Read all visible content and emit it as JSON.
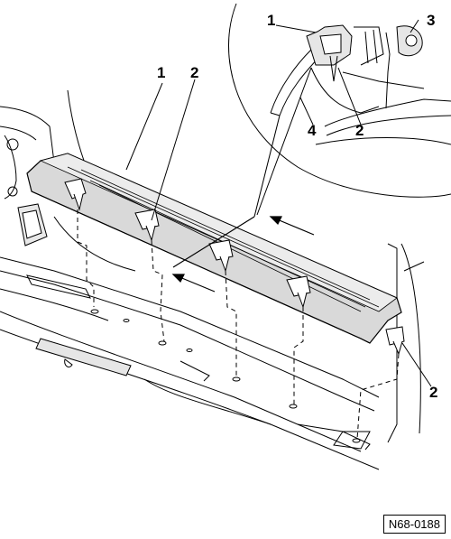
{
  "callouts": {
    "part_1_main": "1",
    "part_2_main_upper": "2",
    "part_2_main_right": "2",
    "part_1_detail": "1",
    "part_3_detail": "3",
    "part_4_detail": "4",
    "part_2_detail": "2"
  },
  "reference_code": "N68-0188",
  "colors": {
    "line": "#000000",
    "trim_fill": "#d9d9d9",
    "trim_highlight": "#ececec",
    "background": "#ffffff"
  }
}
